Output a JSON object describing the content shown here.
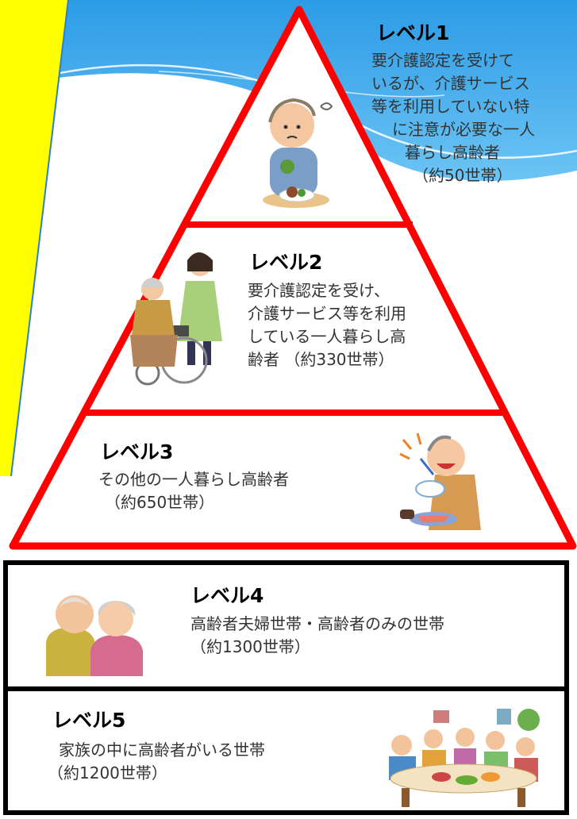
{
  "colors": {
    "accent_red": "#ff0000",
    "banner_yellow": "#ffff00",
    "sky_blue": "#3fa8ec",
    "box_border": "#000000"
  },
  "pyramid": {
    "level1": {
      "title": "レベル1",
      "lines": [
        "要介護認定を受けて",
        "いるが、介護サービス",
        "等を利用していない特",
        "に注意が必要な一人",
        "暮らし高齢者",
        "（約50世帯）"
      ]
    },
    "level2": {
      "title": "レベル2",
      "lines": [
        "要介護認定を受け、",
        "介護サービス等を利用",
        "している一人暮らし高",
        "齢者 （約330世帯）"
      ]
    },
    "level3": {
      "title": "レベル3",
      "lines": [
        "その他の一人暮らし高齢者",
        "（約650世帯）"
      ]
    }
  },
  "boxes": {
    "level4": {
      "title": "レベル4",
      "lines": [
        "高齢者夫婦世帯・高齢者のみの世帯",
        "（約1300世帯）"
      ]
    },
    "level5": {
      "title": "レベル5",
      "lines": [
        "家族の中に高齢者がいる世帯",
        "（約1200世帯）"
      ]
    }
  },
  "illustrations": {
    "level1": "elderly-man-eating-worried-icon",
    "level2": "caregiver-wheelchair-icon",
    "level3": "elderly-man-eating-happily-icon",
    "level4": "elderly-couple-icon",
    "level5": "family-dinner-icon"
  }
}
